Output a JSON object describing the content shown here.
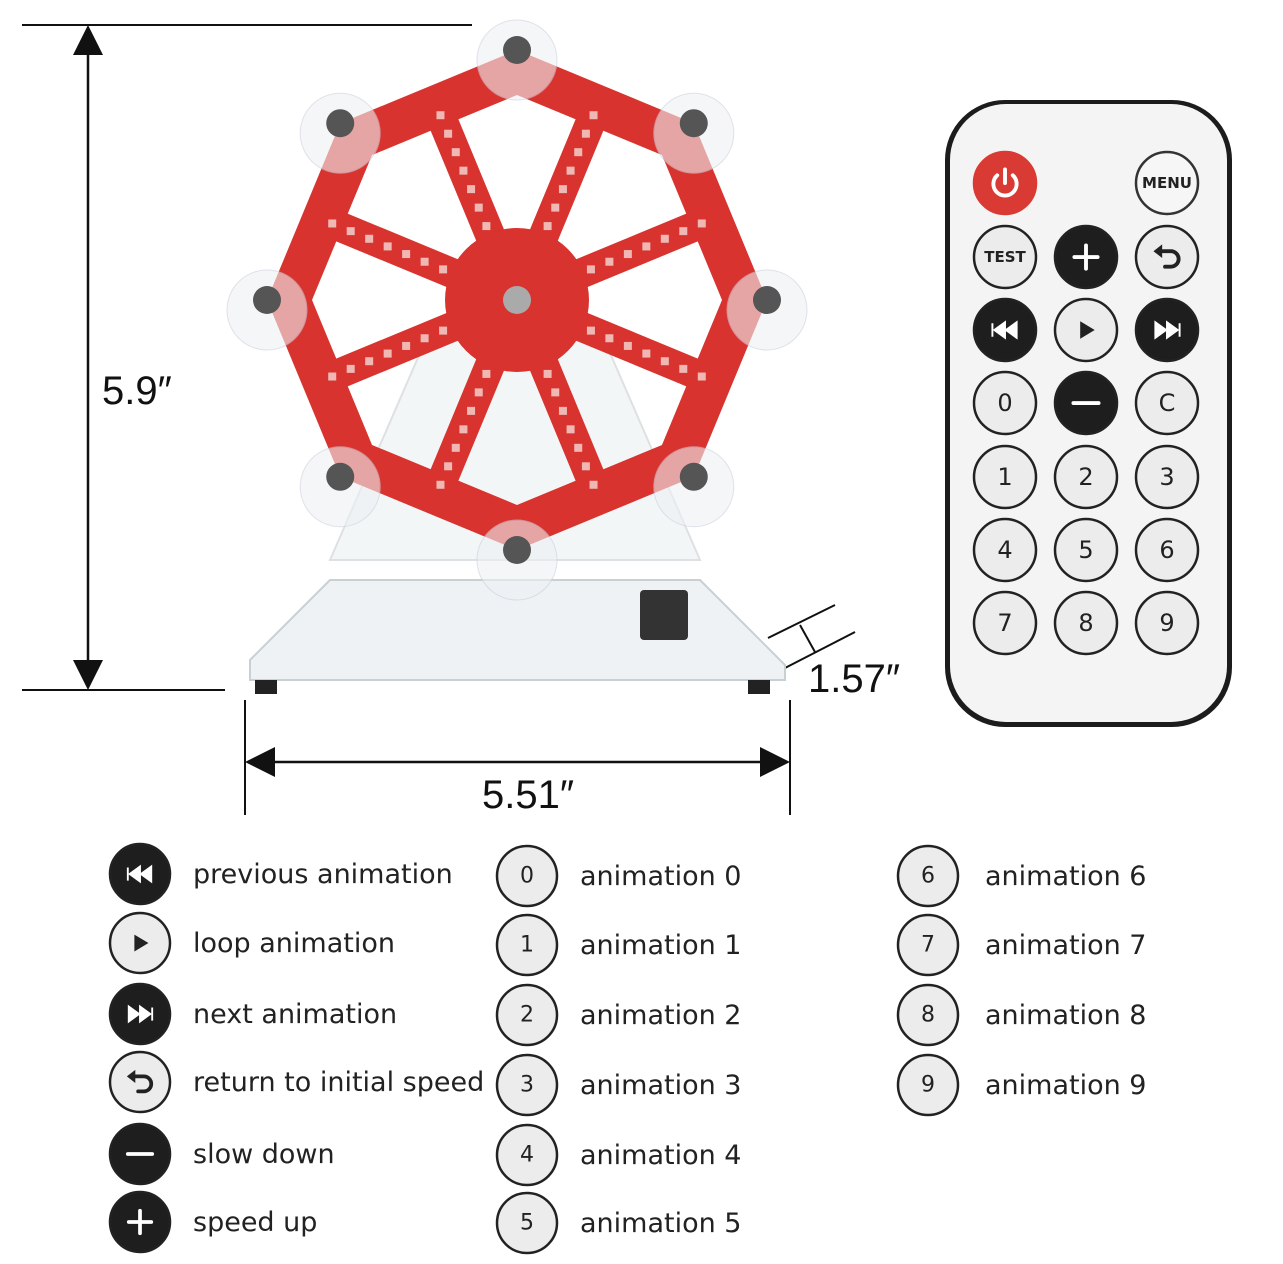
{
  "dimensions": {
    "height": "5.9″",
    "width": "5.51″",
    "depth": "1.57″"
  },
  "colors": {
    "wheel_red": "#d8332e",
    "remote_body": "#f3f3f3",
    "button_dark": "#1e1e1e",
    "button_light": "#ececec",
    "power_red": "#d93a33",
    "menu_text": "#b0262a"
  },
  "remote": {
    "buttons": [
      {
        "label": "",
        "icon": "power-icon",
        "style": "power"
      },
      {
        "label": "",
        "style": "spacer"
      },
      {
        "label": "MENU",
        "style": "menu"
      },
      {
        "label": "TEST",
        "style": "light"
      },
      {
        "label": "",
        "icon": "plus-icon",
        "style": "dark"
      },
      {
        "label": "",
        "icon": "return-icon",
        "style": "light"
      },
      {
        "label": "",
        "icon": "previous-icon",
        "style": "dark"
      },
      {
        "label": "",
        "icon": "play-icon",
        "style": "light"
      },
      {
        "label": "",
        "icon": "next-icon",
        "style": "dark"
      },
      {
        "label": "0",
        "style": "light"
      },
      {
        "label": "",
        "icon": "minus-icon",
        "style": "dark"
      },
      {
        "label": "C",
        "style": "light"
      },
      {
        "label": "1",
        "style": "light"
      },
      {
        "label": "2",
        "style": "light"
      },
      {
        "label": "3",
        "style": "light"
      },
      {
        "label": "4",
        "style": "light"
      },
      {
        "label": "5",
        "style": "light"
      },
      {
        "label": "6",
        "style": "light"
      },
      {
        "label": "7",
        "style": "light"
      },
      {
        "label": "8",
        "style": "light"
      },
      {
        "label": "9",
        "style": "light"
      }
    ]
  },
  "legend": {
    "functions": [
      {
        "icon": "previous-icon",
        "style": "dark",
        "text": "previous animation"
      },
      {
        "icon": "play-icon",
        "style": "light",
        "text": "loop animation"
      },
      {
        "icon": "next-icon",
        "style": "dark",
        "text": "next animation"
      },
      {
        "icon": "return-icon",
        "style": "light",
        "text": "return to initial speed"
      },
      {
        "icon": "minus-icon",
        "style": "dark",
        "text": "slow down"
      },
      {
        "icon": "plus-icon",
        "style": "dark",
        "text": "speed up"
      }
    ],
    "numbers_a": [
      {
        "label": "0",
        "text": "animation 0"
      },
      {
        "label": "1",
        "text": "animation 1"
      },
      {
        "label": "2",
        "text": "animation 2"
      },
      {
        "label": "3",
        "text": "animation 3"
      },
      {
        "label": "4",
        "text": "animation 4"
      },
      {
        "label": "5",
        "text": "animation 5"
      }
    ],
    "numbers_b": [
      {
        "label": "6",
        "text": "animation 6"
      },
      {
        "label": "7",
        "text": "animation 7"
      },
      {
        "label": "8",
        "text": "animation 8"
      },
      {
        "label": "9",
        "text": "animation 9"
      }
    ]
  }
}
